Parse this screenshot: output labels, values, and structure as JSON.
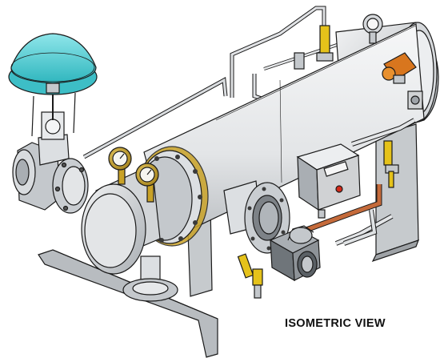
{
  "label": {
    "view": "ISOMETRIC VIEW"
  },
  "colors": {
    "background": "#ffffff",
    "outline": "#1a1a1a",
    "actuator_dome": "#5fd6dc",
    "steel_light": "#e8eaec",
    "steel_mid": "#c4c8cc",
    "steel_dark": "#8e9398",
    "gauge_brass": "#c9a227",
    "thermostat_orange": "#d8761e",
    "copper_pipe": "#c56a3a",
    "yellow_handle": "#e5c21a",
    "junction_box": "#d0d2d4",
    "indicator_red": "#d42a1a",
    "skid_frame": "#b8bcc0"
  },
  "components": [
    "control-valve",
    "valve-actuator",
    "heat-exchanger-shell",
    "pressure-gauge",
    "temperature-gauge",
    "thermostat",
    "junction-box",
    "copper-pipe",
    "mounting-skid"
  ]
}
